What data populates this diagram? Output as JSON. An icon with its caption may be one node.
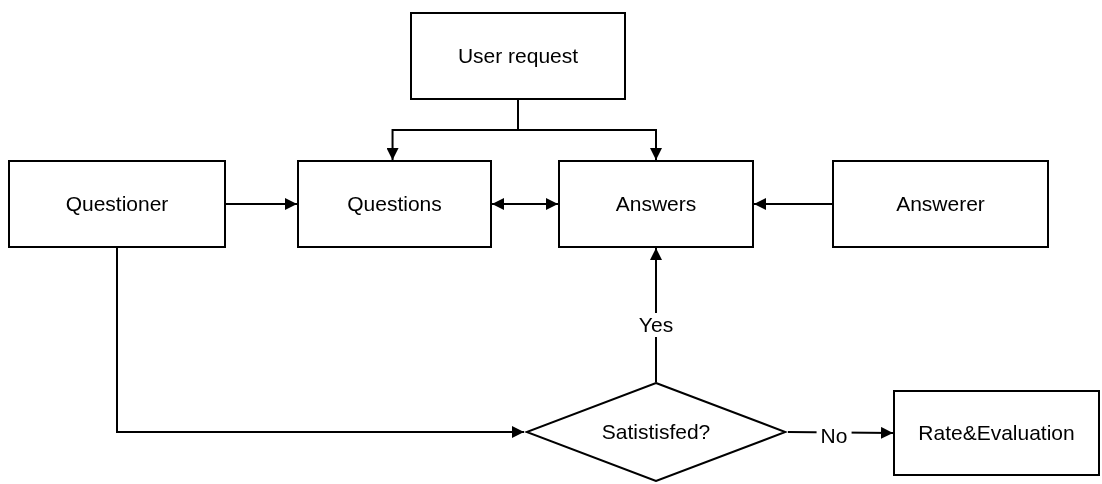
{
  "diagram": {
    "nodes": [
      {
        "text": [
          "User request"
        ]
      },
      {
        "text": [
          "Questioner"
        ]
      },
      {
        "text": [
          "Questions"
        ]
      },
      {
        "text": [
          "Answers"
        ]
      },
      {
        "text": [
          "Answerer"
        ]
      },
      {
        "text": [
          "Satistisfed?"
        ]
      },
      {
        "text": [
          "Rate&Evaluation"
        ]
      }
    ],
    "edges": [
      {
        "from": 0,
        "to": 2,
        "arrow": "to"
      },
      {
        "from": 0,
        "to": 3,
        "arrow": "to"
      },
      {
        "from": 1,
        "to": 2,
        "arrow": "to"
      },
      {
        "from": 2,
        "to": 3,
        "arrow": "both"
      },
      {
        "from": 4,
        "to": 3,
        "arrow": "to"
      },
      {
        "from": 5,
        "to": 3,
        "label": "Yes",
        "arrow": "to"
      },
      {
        "from": 1,
        "to": 5,
        "arrow": "to"
      },
      {
        "from": 5,
        "to": 6,
        "label": "No",
        "arrow": "to"
      }
    ]
  }
}
